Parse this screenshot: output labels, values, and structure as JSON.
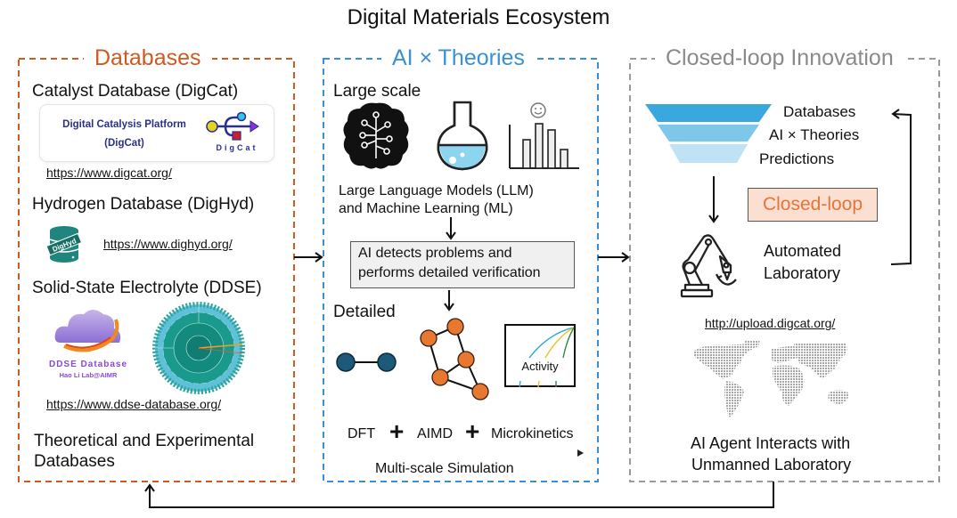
{
  "title": "Digital Materials Ecosystem",
  "colors": {
    "databases_accent": "#cc5a22",
    "ai_accent": "#3a8fd9",
    "closed_loop_accent": "#9a9a9a",
    "closed_loop_badge_bg": "#fbe0d2",
    "closed_loop_badge_text": "#e8733a",
    "funnel_top": "#3aa8dc",
    "funnel_mid": "#7ec6ea",
    "funnel_bottom": "#bfe3f4",
    "node_blue": "#1d5a7a",
    "node_orange": "#e87830",
    "digcat_text": "#2b2f8c"
  },
  "databases": {
    "title": "Databases",
    "catalyst": {
      "heading": "Catalyst Database (DigCat)",
      "logo_line1": "Digital Catalysis Platform",
      "logo_line2": "(DigCat)",
      "logo_wordmark": "DigCat",
      "logo_icon": "usb-network-icon",
      "url": "https://www.digcat.org/"
    },
    "hydrogen": {
      "heading": "Hydrogen Database (DigHyd)",
      "logo_icon": "database-cylinder-icon",
      "logo_label": "DigHyd",
      "url": "https://www.dighyd.org/"
    },
    "electrolyte": {
      "heading": "Solid-State Electrolyte (DDSE)",
      "logo_icon": "cloud-icon",
      "logo_line1": "DDSE Database",
      "logo_line2": "Hao Li Lab@AIMR",
      "sunburst_icon": "sunburst-chart-icon",
      "url": "https://www.ddse-database.org/"
    },
    "footer_line1": "Theoretical and Experimental",
    "footer_line2": "Databases"
  },
  "ai_theories": {
    "title": "AI × Theories",
    "large_scale_heading": "Large scale",
    "icons": [
      "brain-tree-icon",
      "flask-icon",
      "bar-chart-smiley-icon"
    ],
    "llm_line1": "Large Language Models (LLM)",
    "llm_line2": "and Machine Learning (ML)",
    "verify_line1": "AI detects problems and",
    "verify_line2": "performs detailed verification",
    "detailed_heading": "Detailed",
    "activity_label": "Activity",
    "methods": [
      "DFT",
      "AIMD",
      "Microkinetics"
    ],
    "plus_sign": "+",
    "simulation_label": "Multi-scale Simulation"
  },
  "closed_loop": {
    "title": "Closed-loop Innovation",
    "funnel_levels": [
      "Databases",
      "AI × Theories",
      "Predictions"
    ],
    "badge": "Closed-loop",
    "lab_line1": "Automated",
    "lab_line2": "Laboratory",
    "robot_icon": "robot-arm-icon",
    "upload_url": "http://upload.digcat.org/",
    "map_icon": "world-map-icon",
    "agent_line1": "AI Agent Interacts with",
    "agent_line2": "Unmanned Laboratory"
  }
}
